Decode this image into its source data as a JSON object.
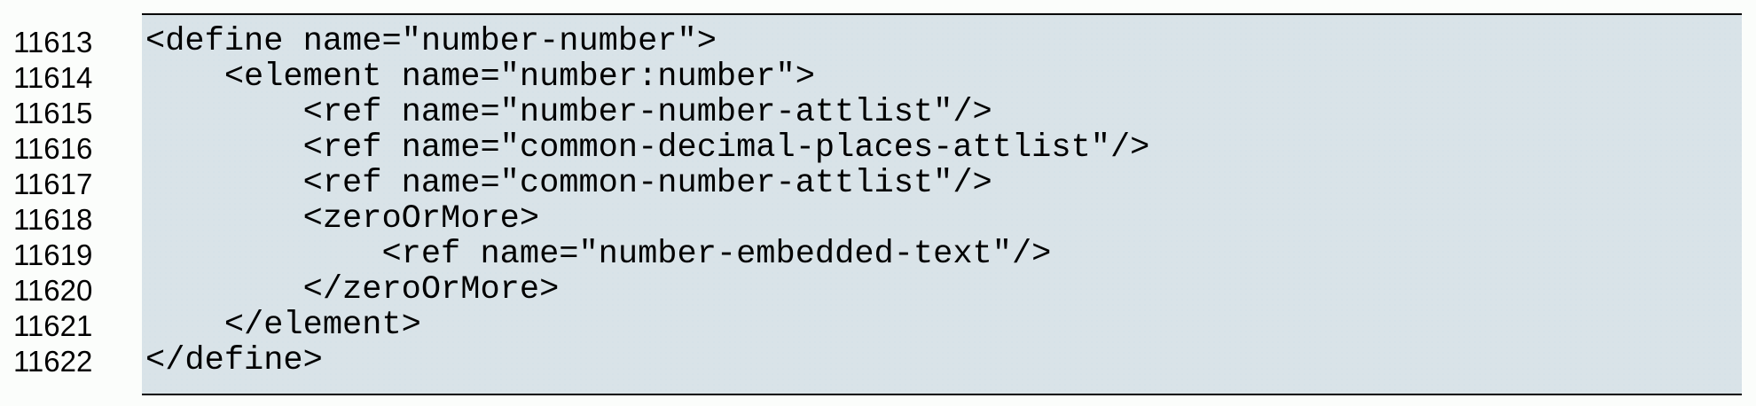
{
  "listing": {
    "description": "schema-code-listing",
    "colors": {
      "box_background": "#d9e3e8",
      "rule_border": "#000000",
      "text": "#000000",
      "page_background": "#fbfdfb"
    },
    "lines": [
      {
        "num": "11613",
        "code": "<define name=\"number-number\">"
      },
      {
        "num": "11614",
        "code": "    <element name=\"number:number\">"
      },
      {
        "num": "11615",
        "code": "        <ref name=\"number-number-attlist\"/>"
      },
      {
        "num": "11616",
        "code": "        <ref name=\"common-decimal-places-attlist\"/>"
      },
      {
        "num": "11617",
        "code": "        <ref name=\"common-number-attlist\"/>"
      },
      {
        "num": "11618",
        "code": "        <zeroOrMore>"
      },
      {
        "num": "11619",
        "code": "            <ref name=\"number-embedded-text\"/>"
      },
      {
        "num": "11620",
        "code": "        </zeroOrMore>"
      },
      {
        "num": "11621",
        "code": "    </element>"
      },
      {
        "num": "11622",
        "code": "</define>"
      }
    ]
  }
}
